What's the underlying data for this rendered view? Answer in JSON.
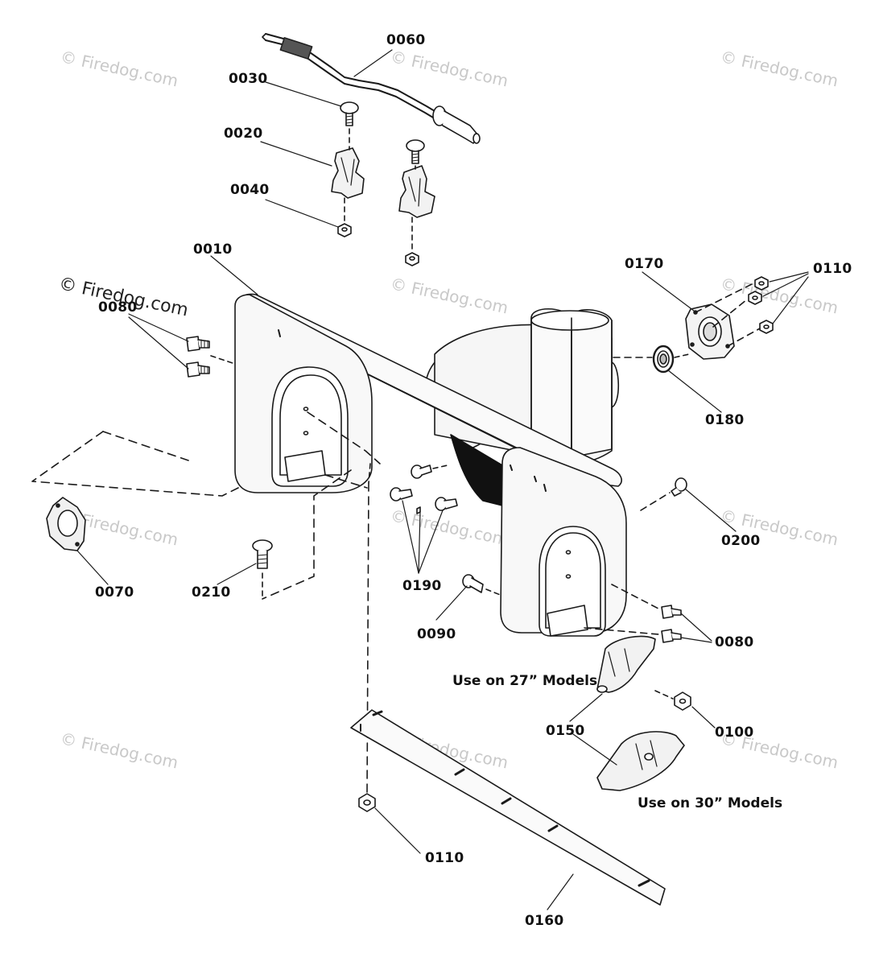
{
  "watermark": {
    "text": "© Firedog.com",
    "color": "#c9c9c9"
  },
  "parts": {
    "p0010": "0010",
    "p0020": "0020",
    "p0030": "0030",
    "p0040": "0040",
    "p0060": "0060",
    "p0070": "0070",
    "p0080_left": "0080",
    "p0080_right": "0080",
    "p0090": "0090",
    "p0100": "0100",
    "p0110_top": "0110",
    "p0110_bottom": "0110",
    "p0150": "0150",
    "p0160": "0160",
    "p0170": "0170",
    "p0180": "0180",
    "p0190": "0190",
    "p0200": "0200",
    "p0210": "0210"
  },
  "notes": {
    "use_27": "Use on 27” Models",
    "use_30": "Use on 30” Models"
  },
  "colors": {
    "line": "#1a1a1a",
    "fill_light": "#f4f4f4",
    "fill_dark": "#111111"
  }
}
